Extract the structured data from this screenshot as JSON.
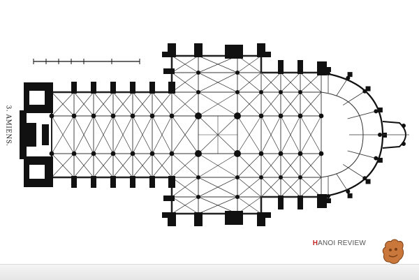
{
  "figure": {
    "caption": "3. AMIENS."
  },
  "watermark": {
    "first_letter": "H",
    "rest": "ANOI REVIEW"
  },
  "colors": {
    "ink": "#111111",
    "line": "#333333",
    "watermark_accent": "#c62828",
    "logo_fill": "#c9773b"
  },
  "icons": {
    "logo": "hanoi-review-logo-icon"
  }
}
